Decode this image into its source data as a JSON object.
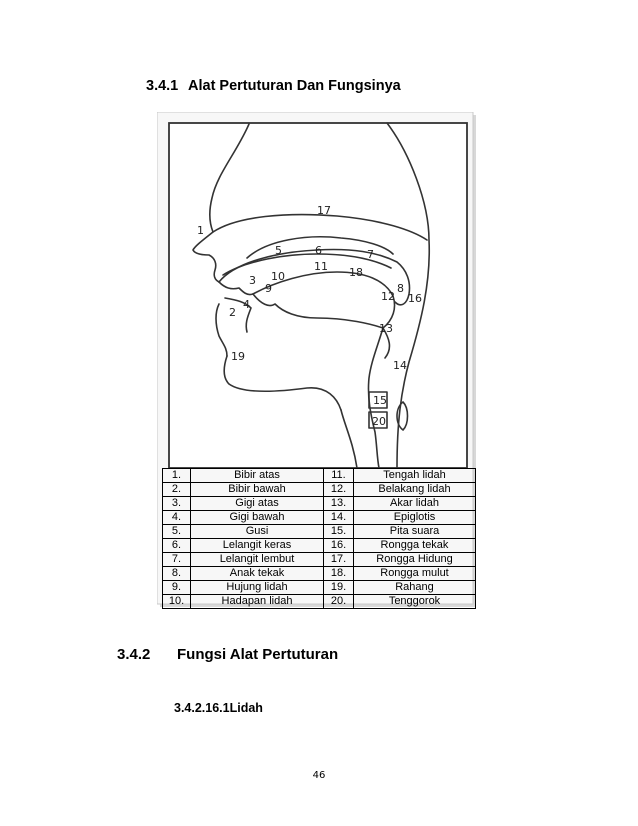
{
  "heading1": {
    "number": "3.4.1",
    "title": "Alat Pertuturan Dan Fungsinya"
  },
  "diagram_labels": [
    "1",
    "2",
    "3",
    "4",
    "5",
    "6",
    "7",
    "8",
    "9",
    "10",
    "11",
    "12",
    "13",
    "14",
    "15",
    "16",
    "17",
    "18",
    "19",
    "20"
  ],
  "legend": [
    [
      "1.",
      "Bibir atas",
      "11.",
      "Tengah lidah"
    ],
    [
      "2.",
      "Bibir bawah",
      "12.",
      "Belakang lidah"
    ],
    [
      "3.",
      "Gigi atas",
      "13.",
      "Akar lidah"
    ],
    [
      "4.",
      "Gigi bawah",
      "14.",
      "Epiglotis"
    ],
    [
      "5.",
      "Gusi",
      "15.",
      "Pita suara"
    ],
    [
      "6.",
      "Lelangit keras",
      "16.",
      "Rongga tekak"
    ],
    [
      "7.",
      "Lelangit lembut",
      "17.",
      "Rongga Hidung"
    ],
    [
      "8.",
      "Anak tekak",
      "18.",
      "Rongga mulut"
    ],
    [
      "9.",
      "Hujung lidah",
      "19.",
      "Rahang"
    ],
    [
      "10.",
      "Hadapan lidah",
      "20.",
      "Tenggorok"
    ]
  ],
  "heading2": {
    "number": "3.4.2",
    "title": "Fungsi Alat Pertuturan"
  },
  "heading3": {
    "number": "3.4.2.16.1",
    "title": "Lidah"
  },
  "page_number": "46"
}
